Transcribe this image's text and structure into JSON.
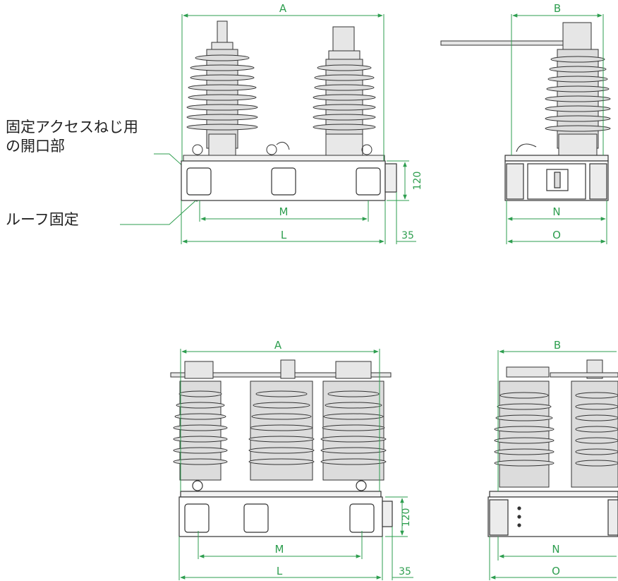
{
  "callouts": {
    "access_holes": [
      "固定アクセスねじ用",
      "の開口部"
    ],
    "roof_fixing": "ルーフ固定"
  },
  "dimension_labels": {
    "width_a": "A",
    "depth_b": "B",
    "fixing_pitch_m": "M",
    "base_length_l": "L",
    "base_depth_n": "N",
    "overall_depth_o": "O",
    "base_height": "120",
    "terminal_offset": "35"
  },
  "colors": {
    "dimension_line": "#2e9e4f",
    "outline": "#333333",
    "insulator_fill": "#dcdcdc",
    "base_fill": "#ffffff"
  }
}
